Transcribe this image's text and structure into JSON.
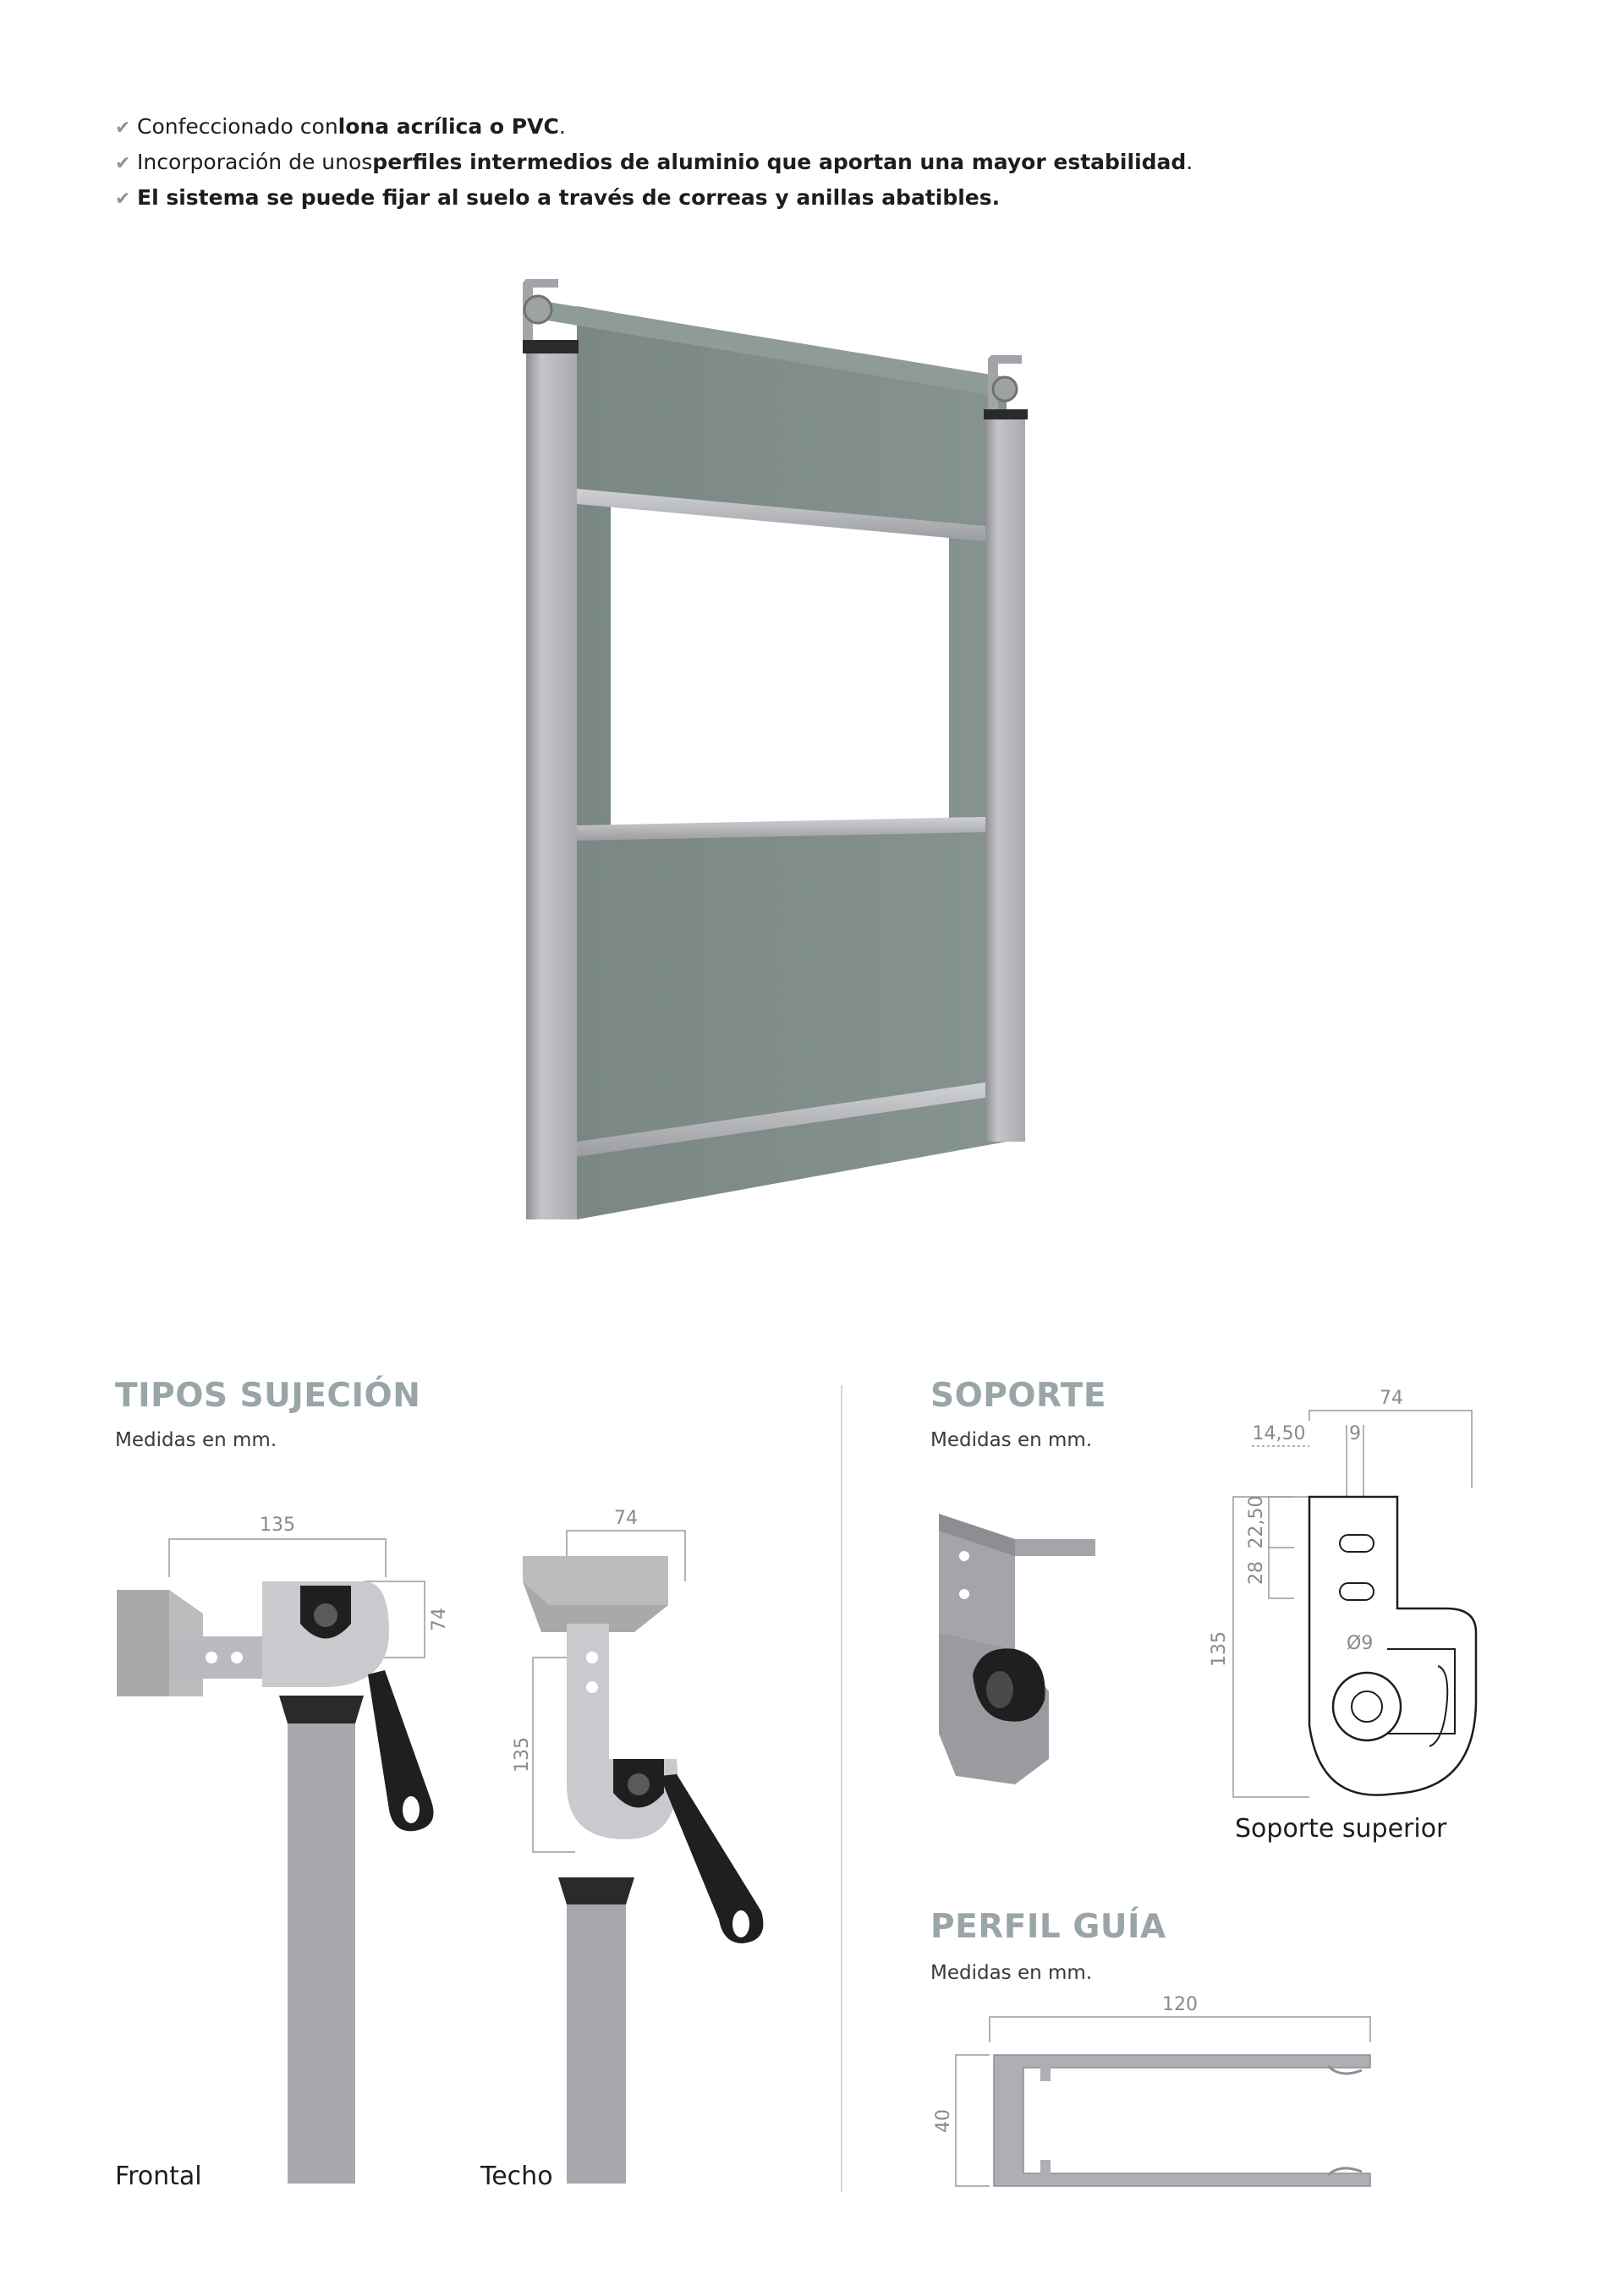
{
  "bullets": [
    {
      "pre": "Confeccionado con ",
      "bold": "lona acrílica o PVC",
      "post": "."
    },
    {
      "pre": "Incorporación de unos ",
      "bold": "perfiles intermedios de aluminio que aportan una mayor estabilidad",
      "post": "."
    },
    {
      "pre": "",
      "bold": "El sistema se puede fijar al suelo a través de correas y anillas abatibles.",
      "post": ""
    }
  ],
  "icons": {
    "bullet": "check-icon"
  },
  "colors": {
    "heading": "#9aa5a8",
    "fabric": "#7f8c88",
    "frame": "#b2b3b8",
    "bullet_check": "#8c9598"
  },
  "tipos_sujecion": {
    "title": "TIPOS SUJECIÓN",
    "subtitle": "Medidas en mm.",
    "frontal": {
      "caption": "Frontal",
      "dim_width": "135",
      "dim_height": "74"
    },
    "techo": {
      "caption": "Techo",
      "dim_width": "74",
      "dim_height": "135"
    }
  },
  "soporte": {
    "title": "SOPORTE",
    "subtitle": "Medidas en mm.",
    "caption": "Soporte superior",
    "dims": {
      "width": "74",
      "offset": "14,50",
      "slot": "9",
      "d1": "22,50",
      "d2": "28",
      "height": "135",
      "hole": "Ø9"
    }
  },
  "perfil_guia": {
    "title": "PERFIL GUÍA",
    "subtitle": "Medidas en mm.",
    "dims": {
      "width": "120",
      "height": "40"
    }
  }
}
